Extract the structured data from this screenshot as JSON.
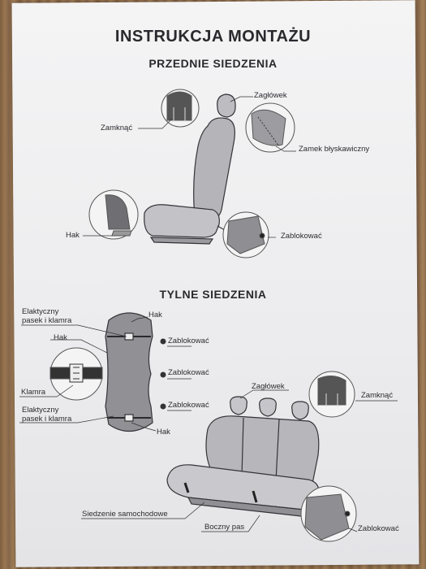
{
  "titles": {
    "main": "INSTRUKCJA MONTAŻU",
    "front": "PRZEDNIE SIEDZENIA",
    "rear": "TYLNE SIEDZENIA"
  },
  "front_labels": {
    "headrest": "Zagłówek",
    "close": "Zamknąć",
    "zipper": "Zamek błyskawiczny",
    "hook": "Hak",
    "lock": "Zablokować"
  },
  "rear_labels": {
    "elastic_1_line1": "Elaktyczny",
    "elastic_1_line2": "pasek i klamra",
    "hook_top": "Hak",
    "hook_left": "Hak",
    "lock_1": "Zablokować",
    "lock_2": "Zablokować",
    "lock_3": "Zablokować",
    "buckle": "Klamra",
    "elastic_2_line1": "Elaktyczny",
    "elastic_2_line2": "pasek i klamra",
    "hook_bottom": "Hak",
    "headrest": "Zagłówek",
    "close": "Zamknąć",
    "seat": "Siedzenie samochodowe",
    "side_strap": "Boczny pas",
    "lock_4": "Zablokować"
  },
  "colors": {
    "ink": "#2b2b30",
    "seat_fill": "#b9b9bd",
    "seat_dark": "#8f8f94",
    "outline": "#333338"
  }
}
